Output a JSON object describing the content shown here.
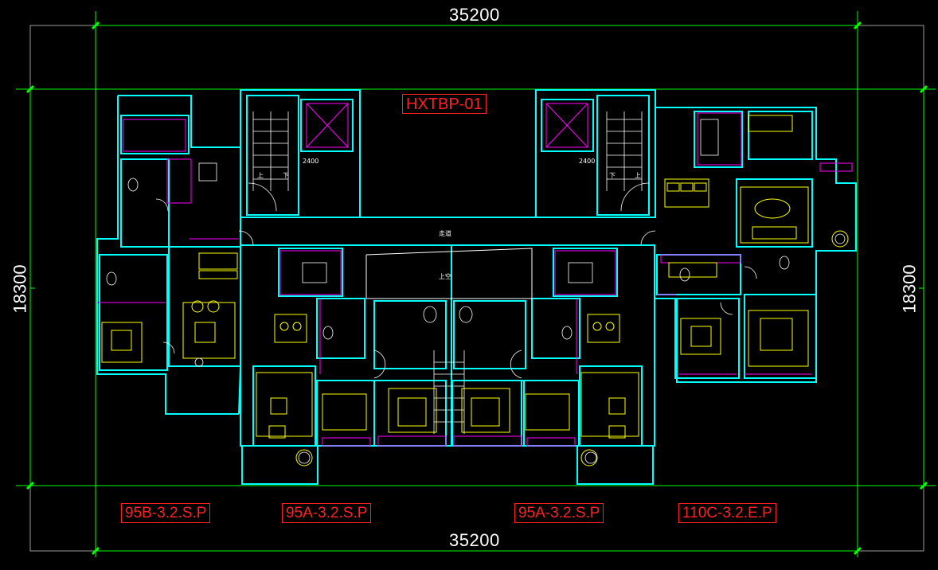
{
  "drawing": {
    "title_code": "HXTBP-01",
    "dimensions": {
      "top_width": "35200",
      "bottom_width": "35200",
      "left_height": "18300",
      "right_height": "18300"
    },
    "unit_labels": [
      "95B-3.2.S.P",
      "95A-3.2.S.P",
      "95A-3.2.S.P",
      "110C-3.2.E.P"
    ],
    "room_texts": {
      "corridor": "走道",
      "void": "上空",
      "up1": "上",
      "down1": "下",
      "up2": "上",
      "down2": "下",
      "dim_2400_a": "2400",
      "dim_2400_b": "2400"
    },
    "colors": {
      "background": "#000000",
      "axis": "#00ff00",
      "wall": "#00ffff",
      "furniture": "#ffff00",
      "partition": "#ff00ff",
      "dimension_text": "#ffffff",
      "label": "#ff2020"
    }
  }
}
